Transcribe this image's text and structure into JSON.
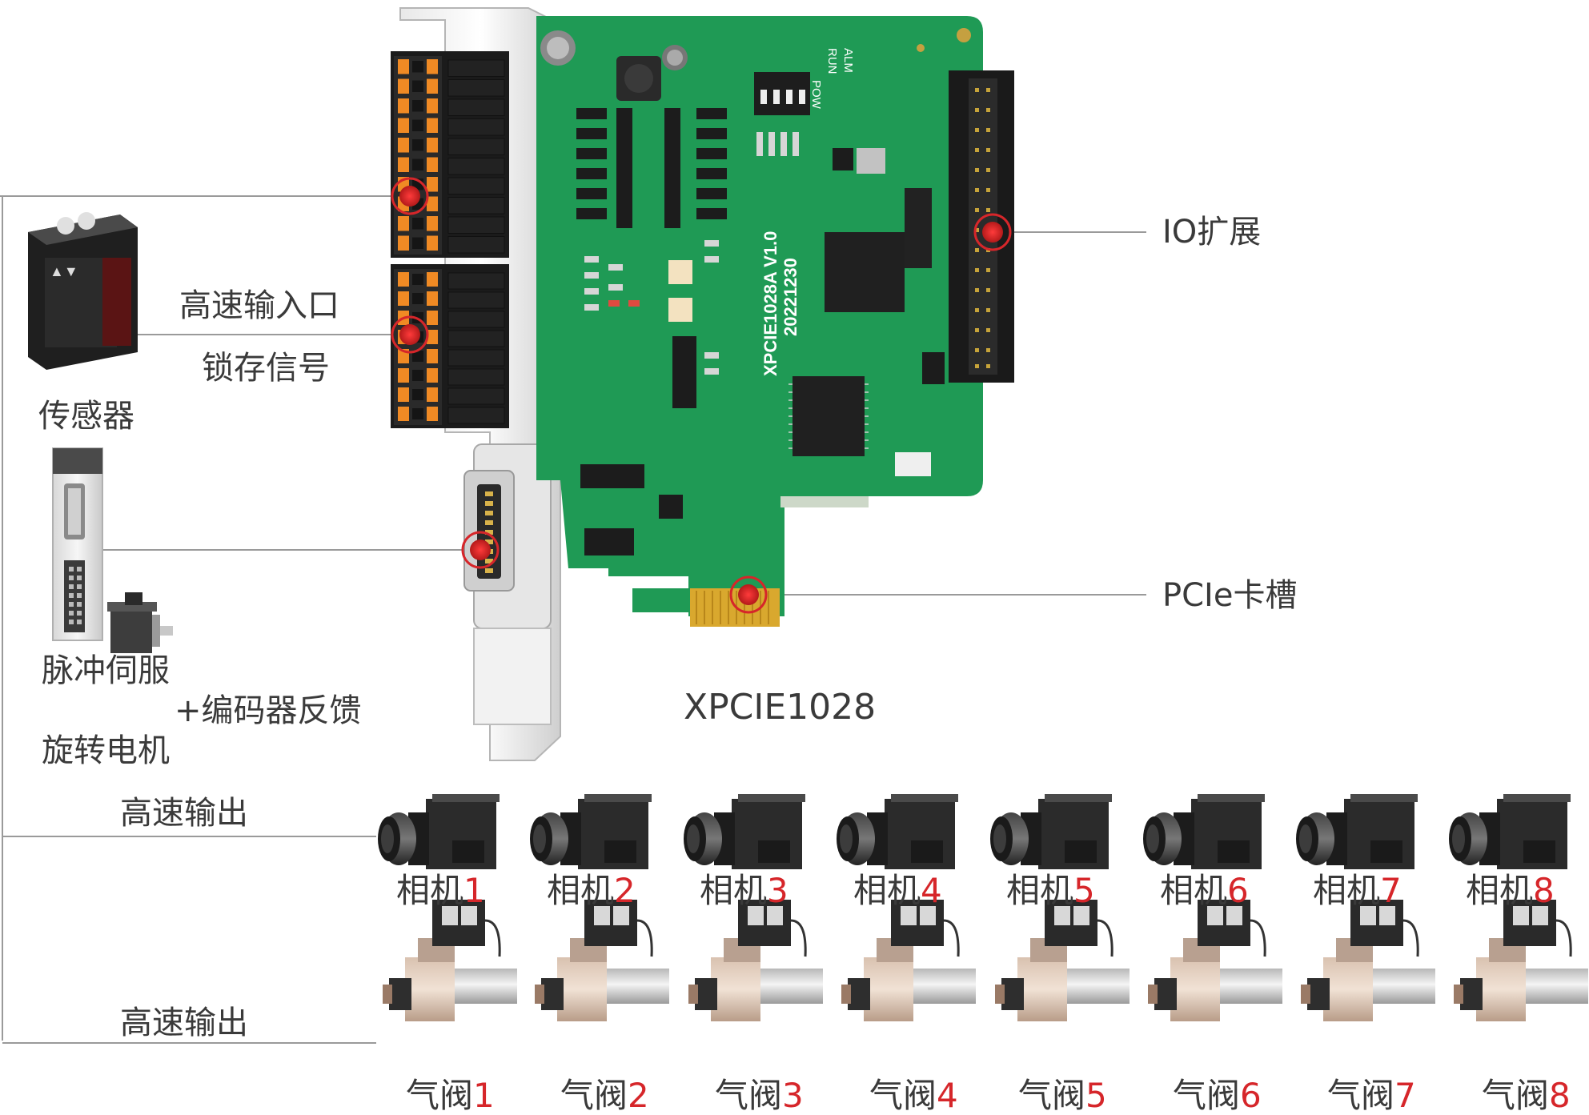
{
  "labels": {
    "high_speed_input": "高速输入口",
    "latch_signal": "锁存信号",
    "sensor": "传感器",
    "pulse_servo": "脉冲伺服",
    "encoder_feedback": "+编码器反馈",
    "rotary_motor": "旋转电机",
    "io_expansion": "IO扩展",
    "pcie_slot": "PCIe卡槽",
    "product_model": "XPCIE1028",
    "high_speed_output_cameras": "高速输出",
    "high_speed_output_valves": "高速输出"
  },
  "board_silkscreen": {
    "model": "XPCIE1028A V1.0",
    "date": "20221230",
    "leds": [
      "POW",
      "RUN",
      "ALM"
    ]
  },
  "cameras": [
    {
      "name": "相机",
      "num": "1"
    },
    {
      "name": "相机",
      "num": "2"
    },
    {
      "name": "相机",
      "num": "3"
    },
    {
      "name": "相机",
      "num": "4"
    },
    {
      "name": "相机",
      "num": "5"
    },
    {
      "name": "相机",
      "num": "6"
    },
    {
      "name": "相机",
      "num": "7"
    },
    {
      "name": "相机",
      "num": "8"
    }
  ],
  "valves": [
    {
      "name": "气阀",
      "num": "1"
    },
    {
      "name": "气阀",
      "num": "2"
    },
    {
      "name": "气阀",
      "num": "3"
    },
    {
      "name": "气阀",
      "num": "4"
    },
    {
      "name": "气阀",
      "num": "5"
    },
    {
      "name": "气阀",
      "num": "6"
    },
    {
      "name": "气阀",
      "num": "7"
    },
    {
      "name": "气阀",
      "num": "8"
    }
  ],
  "colors": {
    "line": "#9a9a9a",
    "pcb": "#1f9a55",
    "marker": "#d6262a",
    "accent_number": "#d6262a"
  }
}
